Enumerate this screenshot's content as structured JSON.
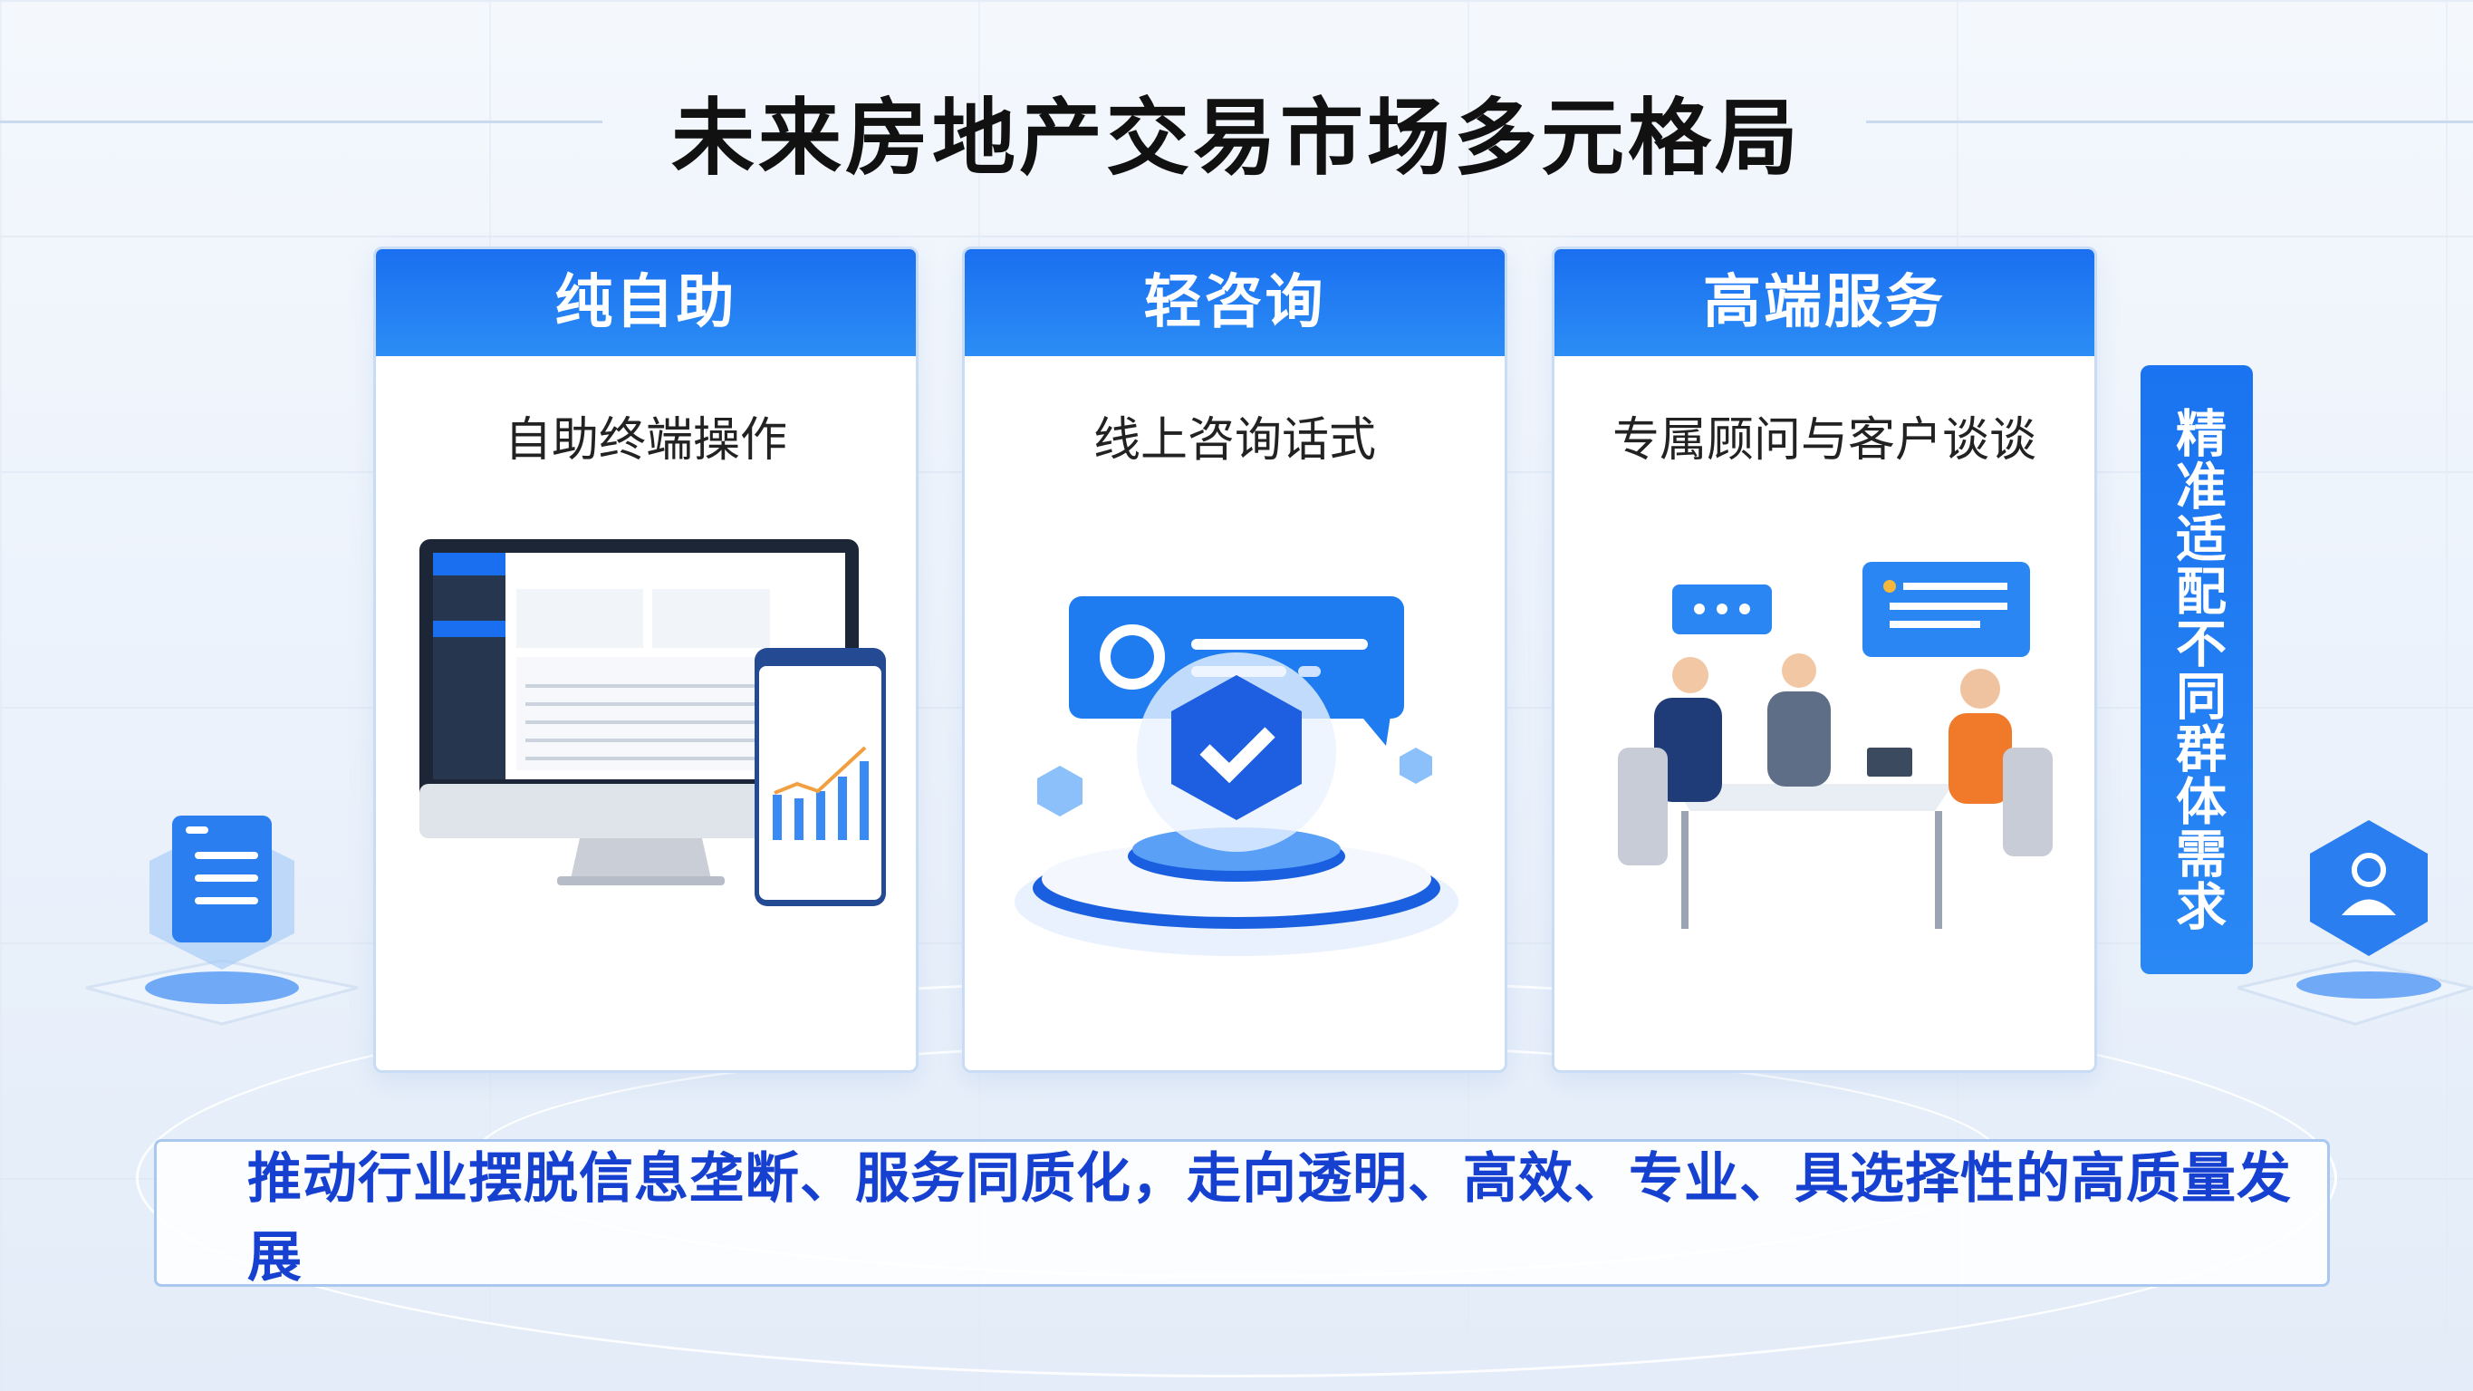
{
  "title": "未来房地产交易市场多元格局",
  "cards": [
    {
      "header": "纯自助",
      "subtitle": "自助终端操作",
      "icon": "computer-and-phone-dashboard"
    },
    {
      "header": "轻咨询",
      "subtitle": "线上咨询话式",
      "icon": "chat-shield-check"
    },
    {
      "header": "高端服务",
      "subtitle": "专属顾问与客户谈谈",
      "icon": "advisor-meeting"
    }
  ],
  "side_banner": "精准适配不同群体需求",
  "bottom_banner": "推动行业摆脱信息垄断、服务同质化，走向透明、高效、专业、具选择性的高质量发展",
  "colors": {
    "primary": "#1a6ff0",
    "bottom_text": "#1640d0",
    "accent_orange": "#f07a2a"
  }
}
